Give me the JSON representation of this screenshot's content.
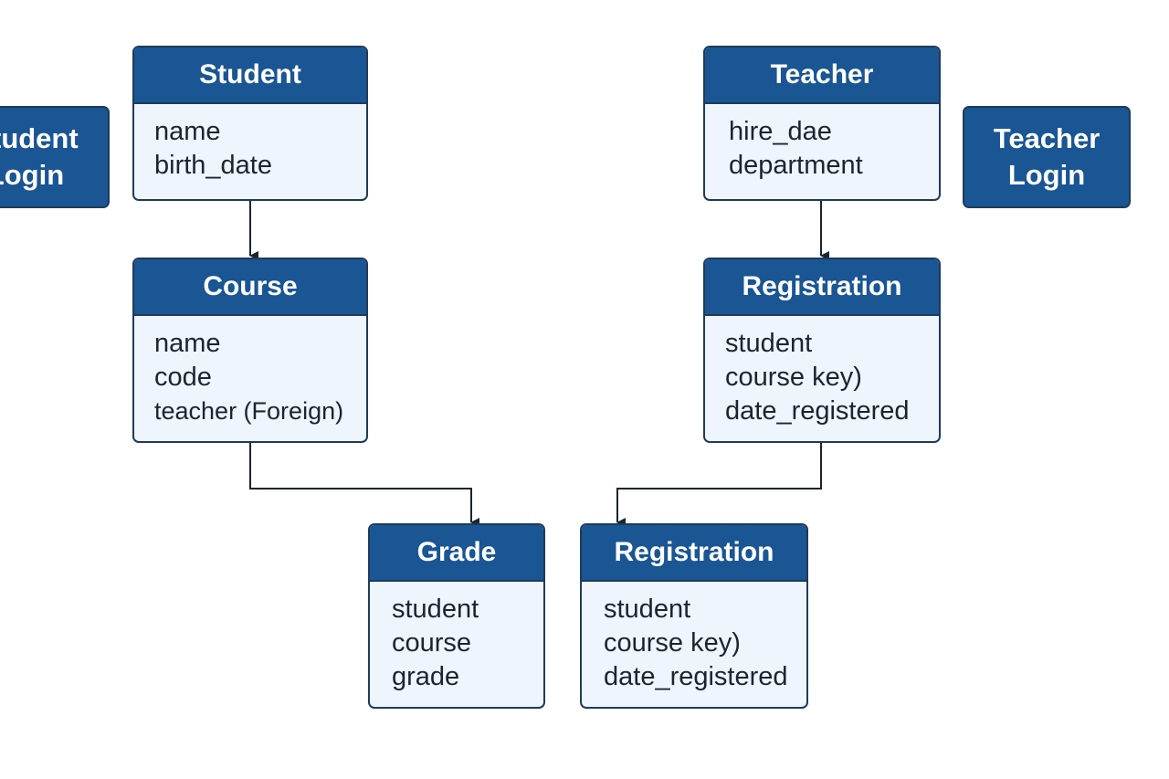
{
  "entities": {
    "student": {
      "title": "Student",
      "fields": [
        "name",
        "birth_date"
      ]
    },
    "teacher": {
      "title": "Teacher",
      "fields": [
        "hire_dae",
        "department"
      ]
    },
    "course": {
      "title": "Course",
      "fields": [
        "name",
        "code",
        "teacher (Foreign)"
      ]
    },
    "registration_top": {
      "title": "Registration",
      "fields": [
        "student",
        "course key)",
        "date_registered"
      ]
    },
    "grade": {
      "title": "Grade",
      "fields": [
        "student",
        "course",
        "grade"
      ]
    },
    "registration_bottom": {
      "title": "Registration",
      "fields": [
        "student",
        "course key)",
        "date_registered"
      ]
    }
  },
  "logins": {
    "student": {
      "line1": "Student",
      "line2": "Login"
    },
    "teacher": {
      "line1": "Teacher",
      "line2": "Login"
    }
  },
  "colors": {
    "header": "#1a5594",
    "body": "#eef5fd",
    "border": "#1f3b5a",
    "connector": "#1b2430"
  }
}
